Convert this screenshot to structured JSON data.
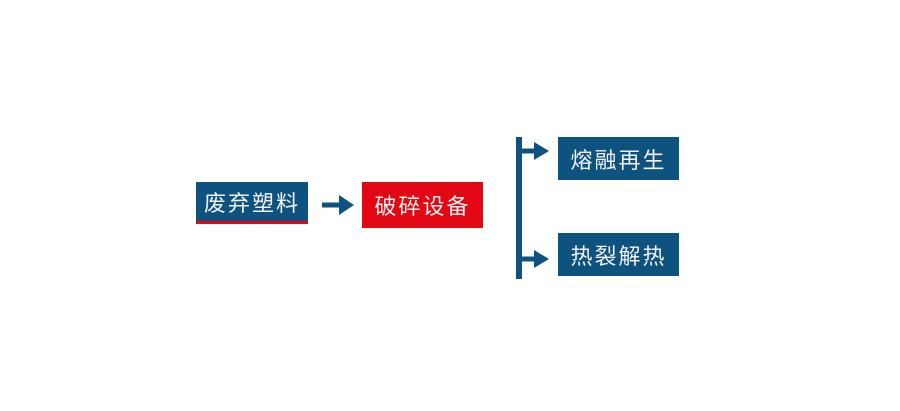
{
  "diagram": {
    "type": "flowchart",
    "nodes": {
      "waste": {
        "label": "废弃塑料"
      },
      "crush": {
        "label": "破碎设备"
      },
      "melt": {
        "label": "熔融再生"
      },
      "pyrolysis": {
        "label": "热裂解热"
      }
    },
    "connectors": {
      "main_arrow_icon": "arrow-right-icon",
      "branch_arrow_icon": "arrow-right-icon",
      "branch_line": "vertical-split-line"
    },
    "colors": {
      "node_blue": "#0e5280",
      "accent_red": "#e30613",
      "label_text": "#f2f2f2",
      "background": "#ffffff"
    }
  }
}
